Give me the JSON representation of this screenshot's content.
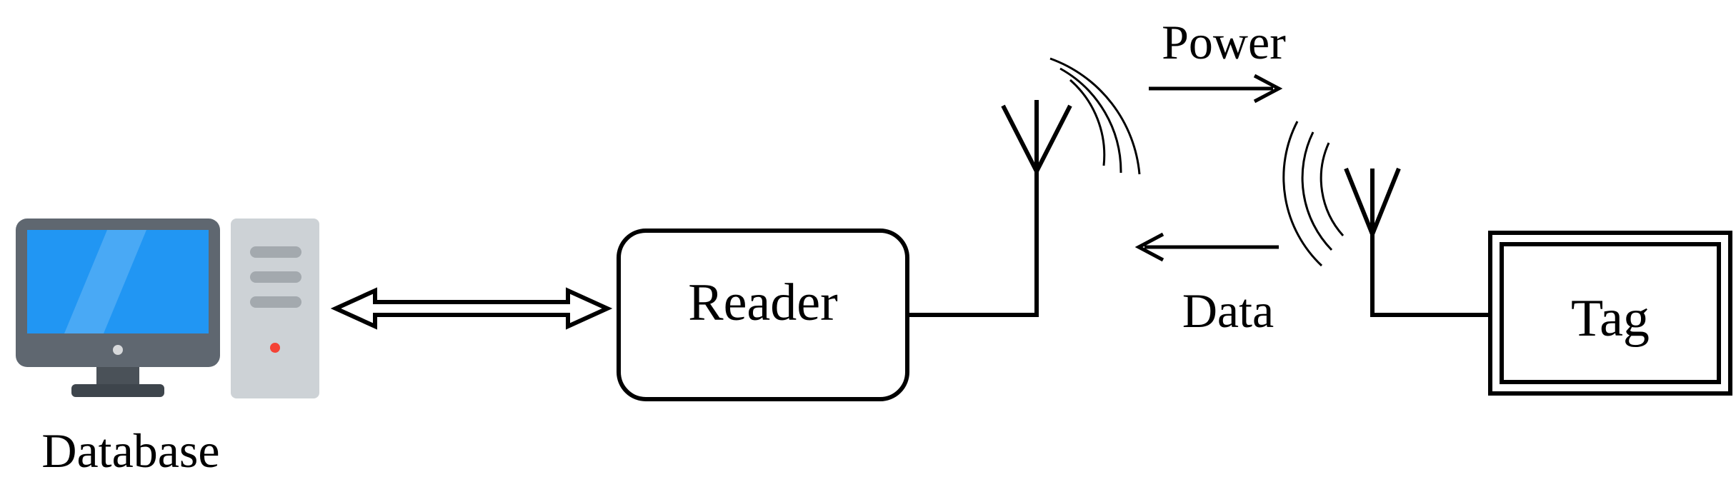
{
  "labels": {
    "database": "Database",
    "reader": "Reader",
    "tag": "Tag",
    "power": "Power",
    "data": "Data"
  },
  "icons": {
    "computer": "desktop-computer-icon",
    "reader_antenna": "antenna-icon",
    "tag_antenna": "antenna-icon"
  },
  "colors": {
    "monitor_screen": "#2196F3",
    "monitor_frame": "#5F6770",
    "monitor_stand": "#3E454C",
    "tower": "#CDD2D6",
    "tower_slots": "#A3A9AE",
    "tower_led": "#F44336",
    "line": "#000000"
  }
}
